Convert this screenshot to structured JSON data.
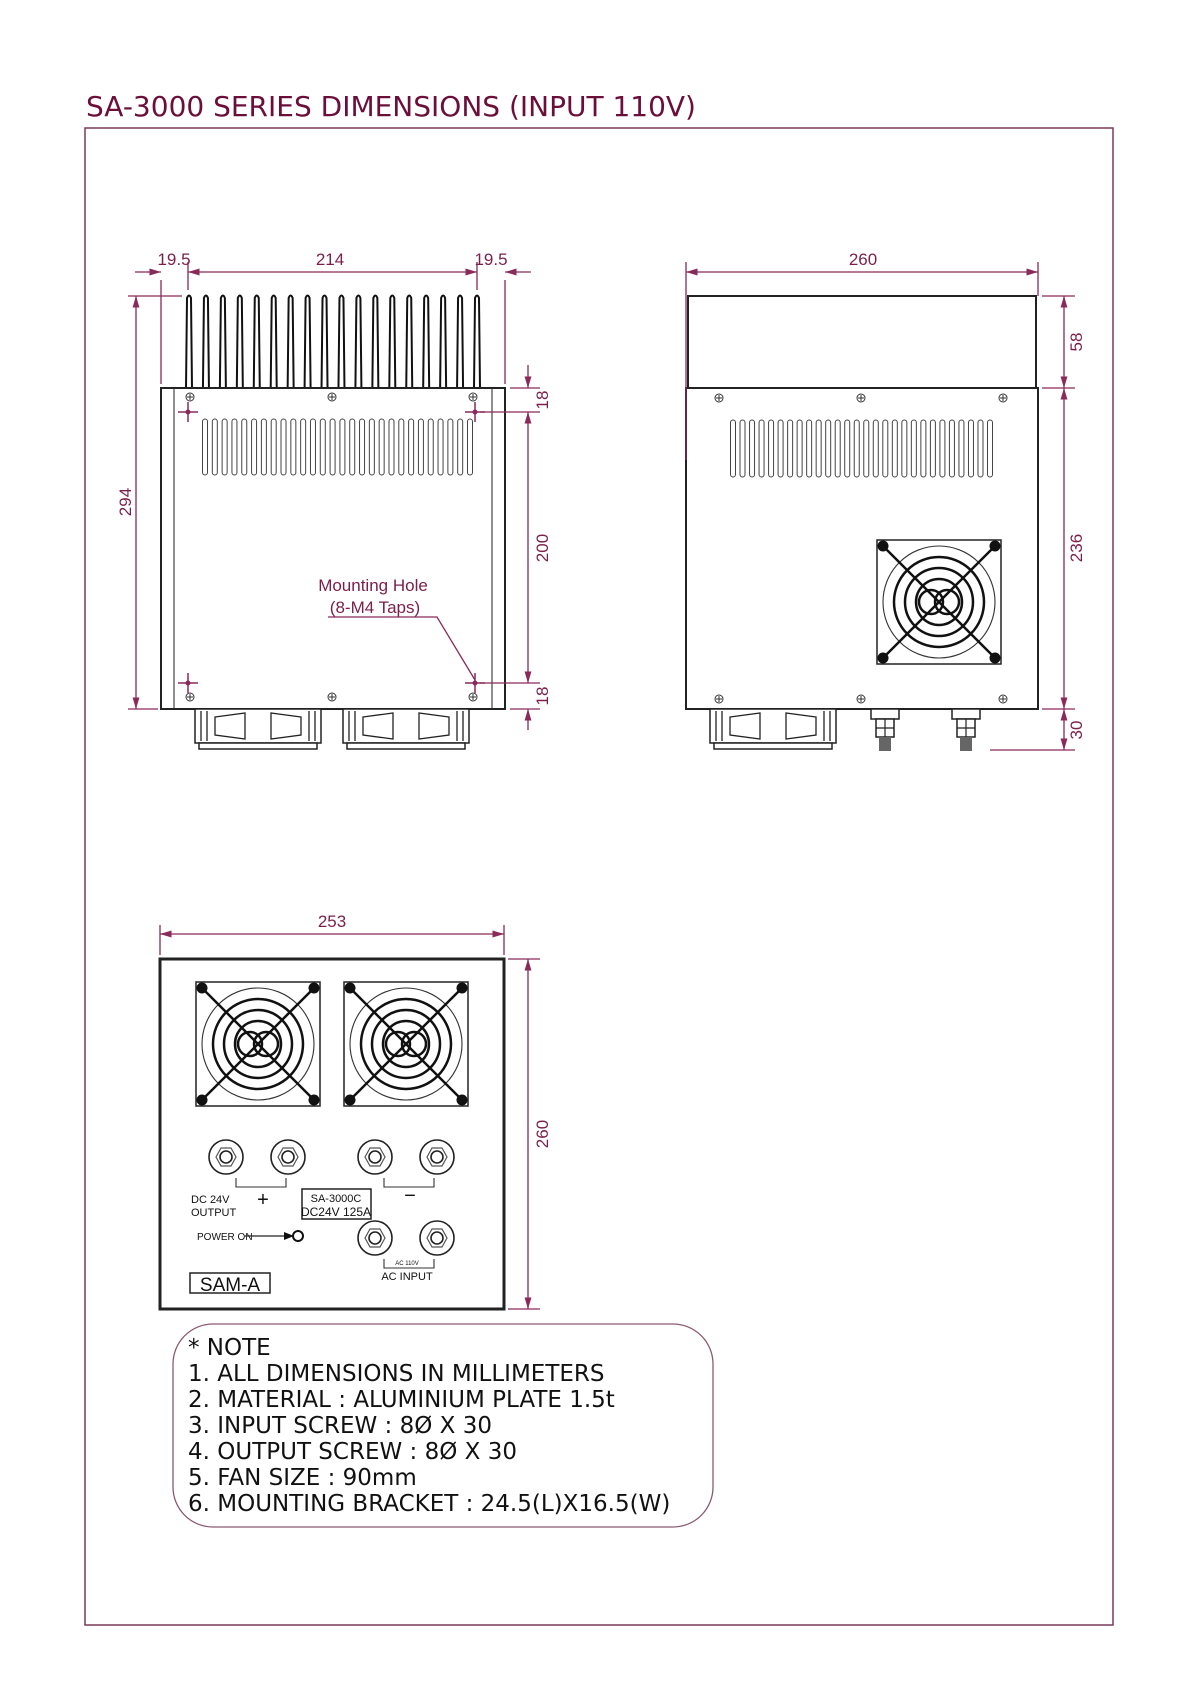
{
  "title": "SA-3000 SERIES DIMENSIONS (INPUT 110V)",
  "colors": {
    "title": "#6b0f3a",
    "dimension": "#8a2a5a",
    "frame": "#7a3a5a"
  },
  "top_view": {
    "dims": {
      "left_margin": "19.5",
      "width": "214",
      "right_margin": "19.5",
      "height": "294",
      "top_offset": "18",
      "hole_span": "200",
      "bottom_offset": "18"
    },
    "mounting_label": "Mounting Hole",
    "mounting_sub": "(8-M4 Taps)"
  },
  "side_view": {
    "dims": {
      "width": "260",
      "top_height": "58",
      "body_height": "236",
      "bottom_height": "30"
    }
  },
  "front_view": {
    "dims": {
      "width": "253",
      "height": "260"
    },
    "dc_label_1": "DC 24V",
    "dc_label_2": "OUTPUT",
    "plus": "+",
    "minus": "−",
    "model": "SA-3000C",
    "rating": "DC24V 125A",
    "power_on": "POWER ON",
    "ac_small": "AC 110V",
    "ac_input": "AC INPUT",
    "brand": "SAM-A"
  },
  "note": {
    "heading": "*  NOTE",
    "items": [
      "1.  ALL  DIMENSIONS  IN  MILLIMETERS",
      "2.  MATERIAL  :  ALUMINIUM  PLATE  1.5t",
      "3.  INPUT  SCREW  :  8Ø  X  30",
      "4.  OUTPUT  SCREW  :  8Ø  X  30",
      "5.  FAN  SIZE  :  90mm",
      "6.  MOUNTING  BRACKET  :  24.5(L)X16.5(W)"
    ]
  }
}
